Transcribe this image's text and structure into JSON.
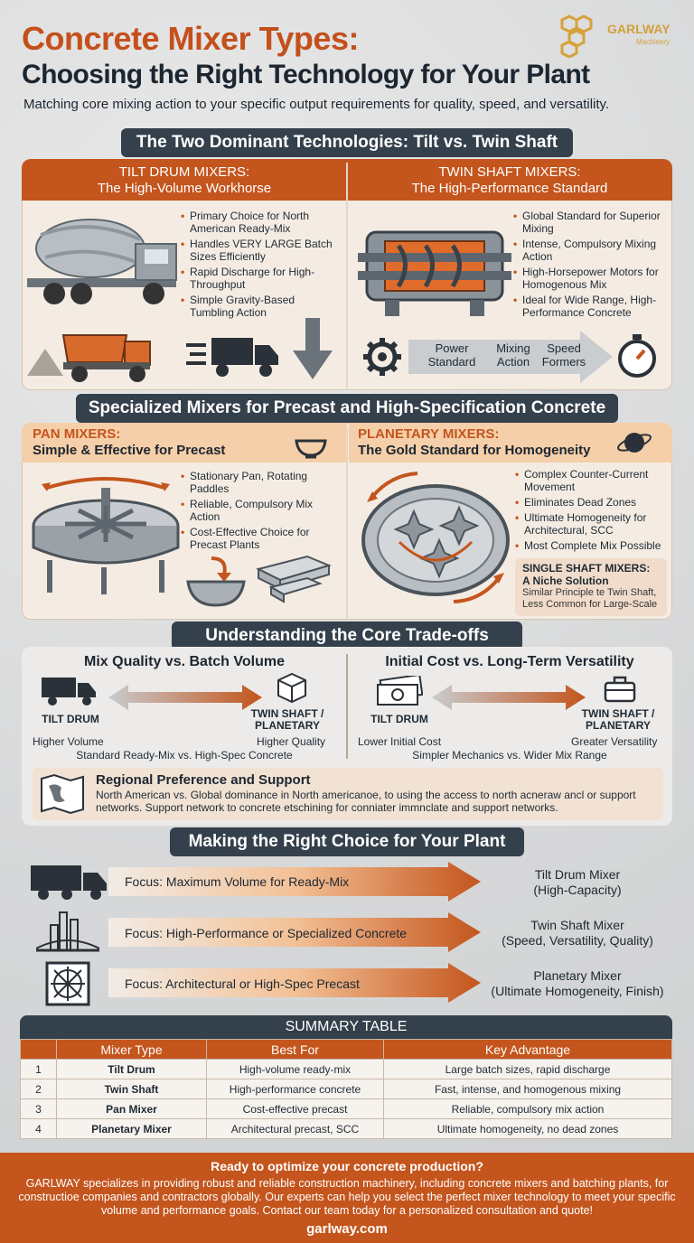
{
  "header": {
    "title_line1": "Concrete Mixer Types:",
    "title_line2": "Choosing the Right Technology for Your Plant",
    "subtitle": "Matching core mixing action to your specific output requirements for quality, speed, and versatility.",
    "logo_text": "GARLWAY",
    "logo_sub": "Machinery"
  },
  "section1": {
    "banner": "The Two Dominant Technologies: Tilt vs. Twin Shaft",
    "tilt": {
      "title1": "TILT DRUM MIXERS:",
      "title2": "The High-Volume Workhorse",
      "bullets": [
        "Primary Choice for North American Ready-Mix",
        "Handles VERY LARGE Batch Sizes Efficiently",
        "Rapid Discharge for High-Throughput",
        "Simple Gravity-Based Tumbling Action"
      ]
    },
    "twin": {
      "title1": "TWIN SHAFT MIXERS:",
      "title2": "The High-Performance Standard",
      "bullets": [
        "Global Standard for Superior Mixing",
        "Intense, Compulsory Mixing Action",
        "High-Horsepower Motors for Homogenous Mix",
        "Ideal for Wide Range, High-Performance Concrete"
      ],
      "flow": [
        "Power Standard",
        "Mixing Action",
        "Speed Formers"
      ]
    }
  },
  "section2": {
    "banner": "Specialized Mixers for Precast and High-Specification Concrete",
    "pan": {
      "title1": "PAN MIXERS:",
      "title2": "Simple & Effective for Precast",
      "bullets": [
        "Stationary Pan, Rotating Paddles",
        "Reliable, Compulsory Mix Action",
        "Cost-Effective Choice for Precast Plants"
      ]
    },
    "planetary": {
      "title1": "PLANETARY MIXERS:",
      "title2": "The Gold Standard for Homogeneity",
      "bullets": [
        "Complex Counter-Current Movement",
        "Eliminates Dead Zones",
        "Ultimate Homogeneity for Architectural, SCC",
        "Most Complete Mix Possible"
      ]
    },
    "single": {
      "title1": "SINGLE SHAFT MIXERS:",
      "title2": "A Niche Solution",
      "text": "Similar Principle te Twin Shaft, Less Common for Large-Scale"
    }
  },
  "section3": {
    "banner": "Understanding the Core Trade-offs",
    "left": {
      "title": "Mix Quality vs. Batch Volume",
      "left_label": "TILT DRUM",
      "right_label": "TWIN SHAFT / PLANETARY",
      "left_value": "Higher Volume",
      "right_value": "Higher Quality",
      "caption": "Standard Ready-Mix vs. High-Spec Concrete"
    },
    "right": {
      "title": "Initial Cost vs. Long-Term Versatility",
      "left_label": "TILT DRUM",
      "right_label": "TWIN SHAFT / PLANETARY",
      "left_value": "Lower Initial Cost",
      "right_value": "Greater Versatility",
      "caption": "Simpler Mechanics vs. Wider Mix Range"
    },
    "regional": {
      "title": "Regional Preference and Support",
      "text": "North American vs. Global dominance in North americanoe, to using the access to north acnerаw ancl or support networks. Support network to concrete etschining for conniater immnclate and support networks."
    }
  },
  "section4": {
    "banner": "Making the Right Choice for Your Plant",
    "choices": [
      {
        "focus": "Focus: Maximum Volume for Ready-Mix",
        "result1": "Tilt Drum Mixer",
        "result2": "(High-Capacity)"
      },
      {
        "focus": "Focus: High-Performance or Specialized Concrete",
        "result1": "Twin Shaft Mixer",
        "result2": "(Speed, Versatility, Quality)"
      },
      {
        "focus": "Focus: Architectural or High-Spec Precast",
        "result1": "Planetary Mixer",
        "result2": "(Ultimate Homogeneity, Finish)"
      }
    ]
  },
  "table": {
    "title": "SUMMARY TABLE",
    "headers": [
      "",
      "Mixer Type",
      "Best For",
      "Key Advantage"
    ],
    "rows": [
      [
        "1",
        "Tilt Drum",
        "High-volume ready-mix",
        "Large batch sizes, rapid discharge"
      ],
      [
        "2",
        "Twin Shaft",
        "High-performance concrete",
        "Fast, intense, and homogenous mixing"
      ],
      [
        "3",
        "Pan Mixer",
        "Cost-effective precast",
        "Reliable, compulsory mix action"
      ],
      [
        "4",
        "Planetary Mixer",
        "Architectural precast, SCC",
        "Ultimate homogeneity, no dead zones"
      ]
    ]
  },
  "footer": {
    "heading": "Ready to optimize your concrete production?",
    "body": "GARLWAY specializes in providing robust and reliable construction machinery, including concrete mixers and batching plants, for constructioe companies and contractors globally. Our experts can help you select the perfect mixer technology to meet your specific volume and performance goals. Contact our team today for a personalized consultation and quote!",
    "url": "garlway.com"
  },
  "colors": {
    "accent": "#c4551d",
    "dark": "#34404b",
    "panel": "#f4ece3"
  }
}
